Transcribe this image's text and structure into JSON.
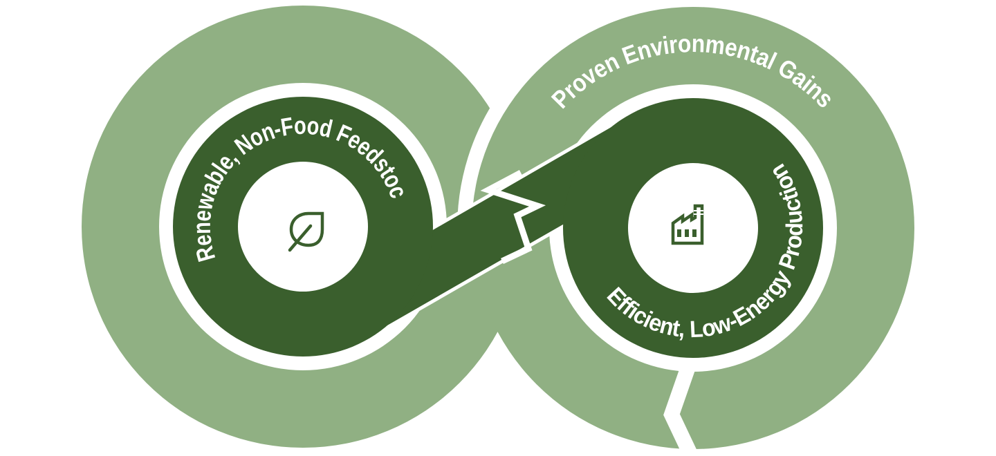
{
  "diagram": {
    "name": "circular-economy-infinity-loop",
    "left_loop": {
      "label": "Renewable, Non-Food Feedstocks",
      "icon": "leaf-icon"
    },
    "right_loop": {
      "outer_label": "Proven Environmental Gains",
      "inner_label": "Efficient, Low-Energy Production",
      "icon": "factory-icon"
    },
    "colors": {
      "light_green": "#90B083",
      "dark_green": "#3A5F2D",
      "outline_white": "#FFFFFF",
      "background": "#FFFFFF"
    }
  }
}
